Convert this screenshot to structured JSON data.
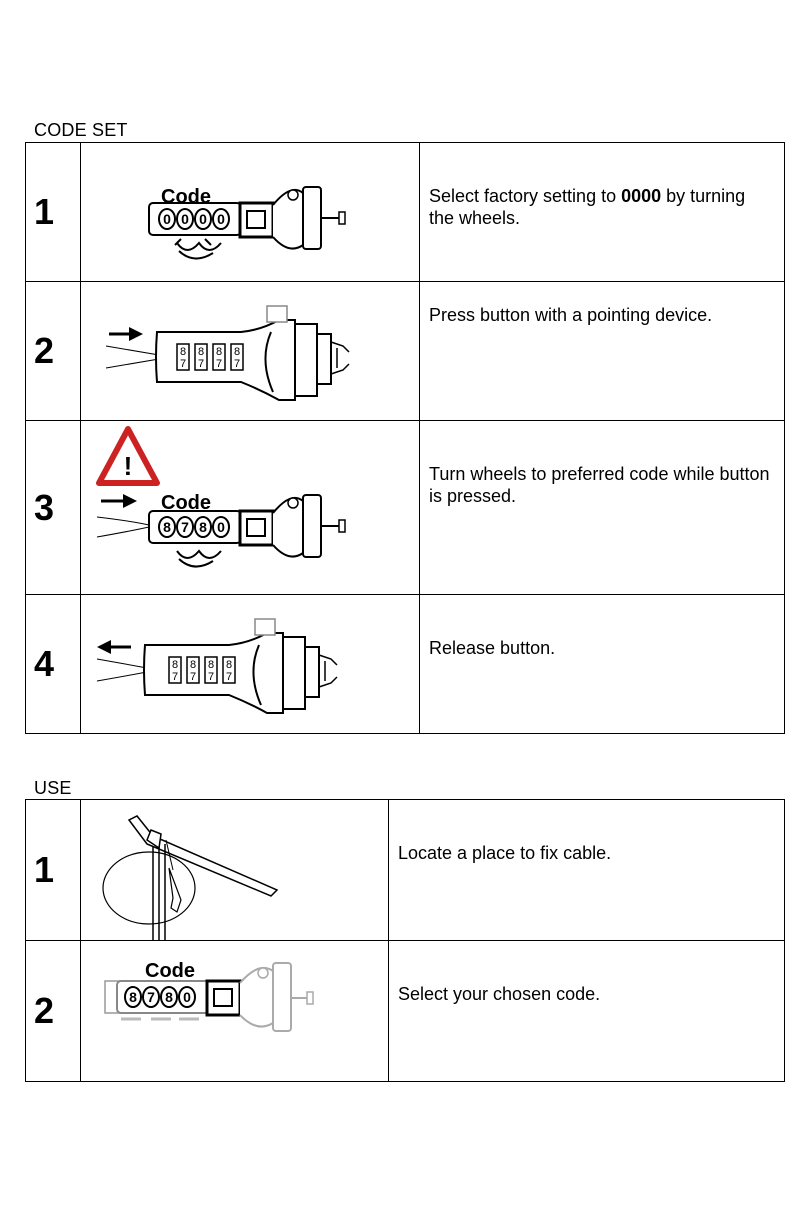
{
  "code_set": {
    "title": "CODE SET",
    "steps": [
      {
        "num": "1",
        "text_before": "Select factory setting to ",
        "text_bold": "0000",
        "text_after": " by turning the wheels.",
        "illustration": "lock-code-0000-icon",
        "label": "Code",
        "digits": [
          "0",
          "0",
          "0",
          "0"
        ]
      },
      {
        "num": "2",
        "text": "Press button with a pointing device.",
        "illustration": "lock-press-button-icon",
        "digits": [
          "8",
          "8",
          "8",
          "8"
        ],
        "digits_low": [
          "7",
          "7",
          "7",
          "7"
        ]
      },
      {
        "num": "3",
        "text": "Turn wheels to preferred code while button is pressed.",
        "illustration": "lock-code-8780-icon",
        "label": "Code",
        "digits": [
          "8",
          "7",
          "8",
          "0"
        ],
        "warning": "!"
      },
      {
        "num": "4",
        "text": "Release button.",
        "illustration": "lock-release-button-icon",
        "digits": [
          "8",
          "8",
          "8",
          "8"
        ],
        "digits_low": [
          "7",
          "7",
          "7",
          "7"
        ]
      }
    ]
  },
  "use": {
    "title": "USE",
    "steps": [
      {
        "num": "1",
        "text": "Locate a place to fix cable.",
        "illustration": "cable-loop-icon"
      },
      {
        "num": "2",
        "text": "Select your chosen code.",
        "illustration": "lock-code-8780-icon",
        "label": "Code",
        "digits": [
          "8",
          "7",
          "8",
          "0"
        ]
      }
    ]
  }
}
